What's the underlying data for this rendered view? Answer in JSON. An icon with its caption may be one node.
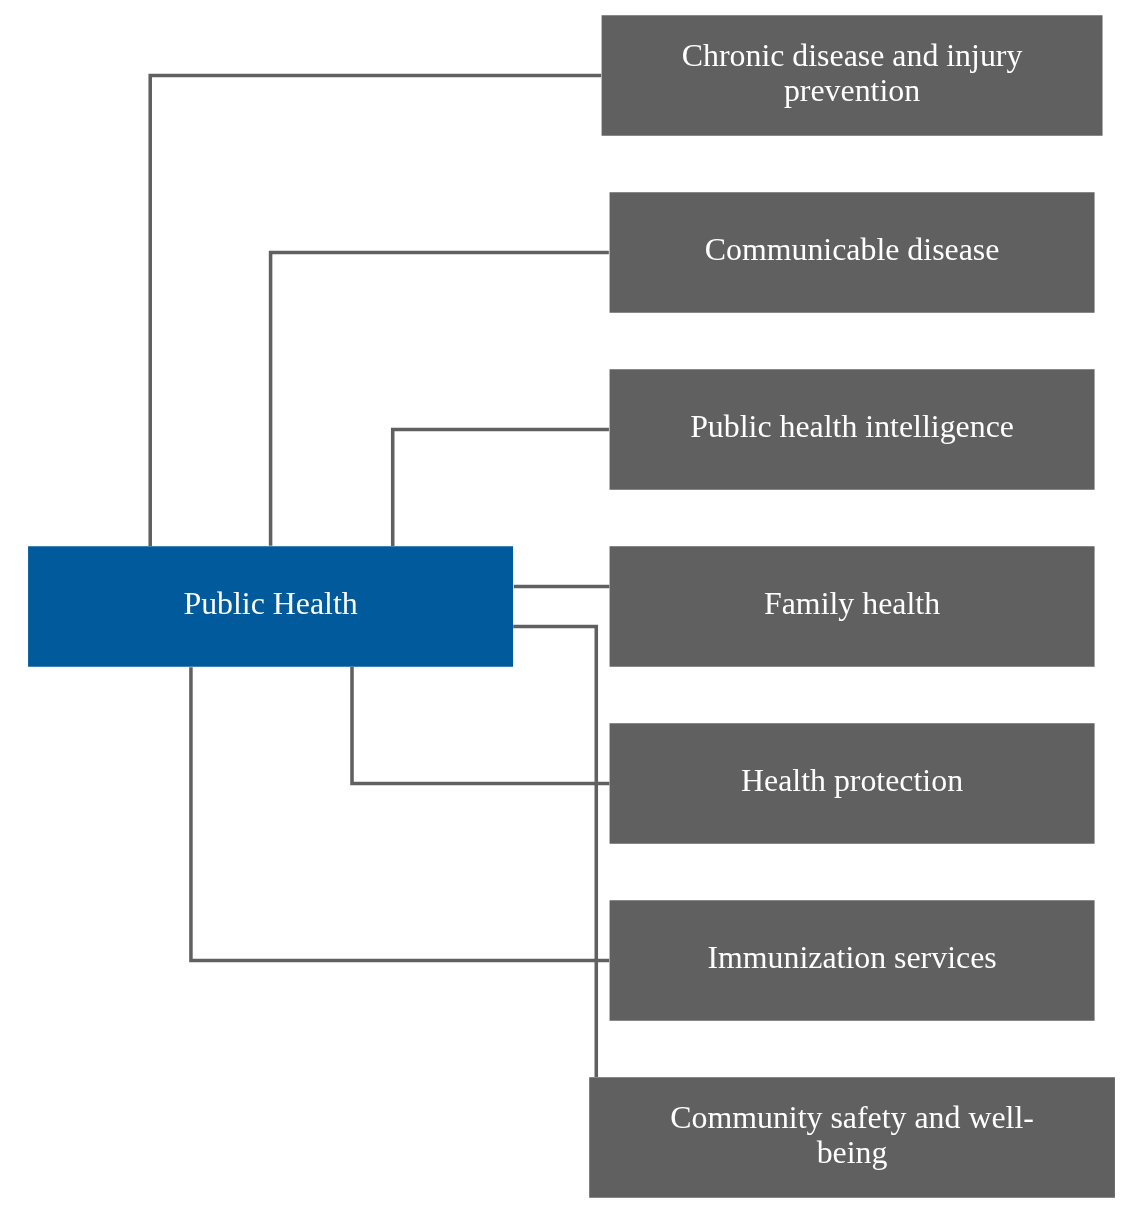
{
  "diagram": {
    "nodes": [
      {
        "text": [
          "Public Health"
        ]
      },
      {
        "text": [
          "Chronic disease and injury prevention"
        ]
      },
      {
        "text": [
          "Communicable disease"
        ]
      },
      {
        "text": [
          "Public health intelligence"
        ]
      },
      {
        "text": [
          "Family health"
        ]
      },
      {
        "text": [
          "Health protection"
        ]
      },
      {
        "text": [
          "Immunization services"
        ]
      },
      {
        "text": [
          "Community safety and well-being"
        ]
      }
    ],
    "edges": [
      {
        "from": 0,
        "to": 1,
        "arrow": "none"
      },
      {
        "from": 0,
        "to": 2,
        "arrow": "none"
      },
      {
        "from": 0,
        "to": 3,
        "arrow": "none"
      },
      {
        "from": 0,
        "to": 4,
        "arrow": "none"
      },
      {
        "from": 0,
        "to": 5,
        "arrow": "none"
      },
      {
        "from": 0,
        "to": 6,
        "arrow": "none"
      },
      {
        "from": 0,
        "to": 7,
        "arrow": "none"
      }
    ]
  }
}
